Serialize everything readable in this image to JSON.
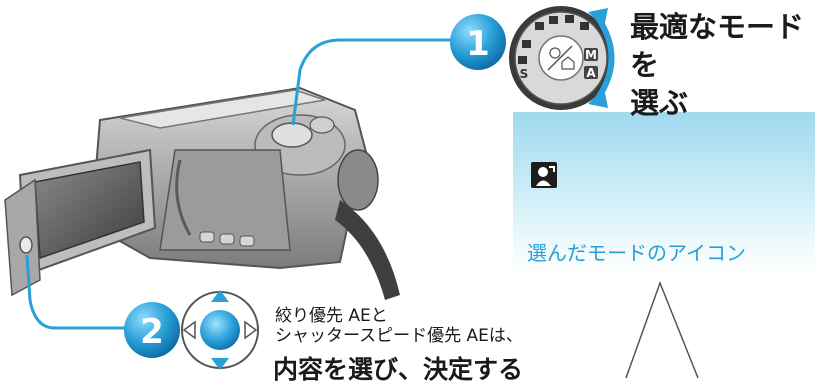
{
  "step1": {
    "number": "1",
    "instruction_line1": "最適なモードを",
    "instruction_line2": "選ぶ"
  },
  "step2": {
    "number": "2",
    "note_line1": "絞り優先 AEと",
    "note_line2": "シャッタースピード優先 AEは、",
    "instruction": "内容を選び、決定する"
  },
  "screen": {
    "icon_name": "portrait-mode-icon",
    "icon_caption": "選んだモードのアイコン"
  },
  "dial": {
    "labels": [
      "S",
      "A",
      "M"
    ]
  },
  "colors": {
    "step_badge": "#2aa0d8",
    "caption": "#2a9fd6",
    "screen_top": "#9fd9ee"
  }
}
